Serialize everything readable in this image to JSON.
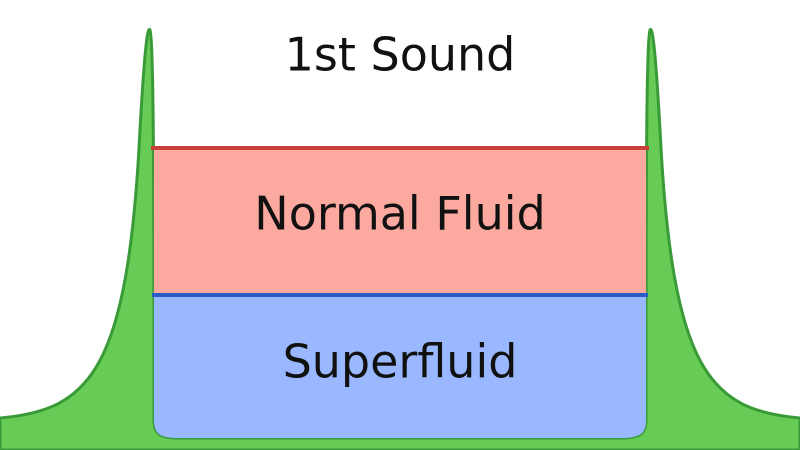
{
  "labels": {
    "top": "1st Sound",
    "middle": "Normal Fluid",
    "bottom": "Superfluid"
  },
  "colors": {
    "background": "#ffffff",
    "container_fill": "#66cc55",
    "container_stroke": "#3a9a38",
    "normal_fluid_fill": "#fca9a0",
    "normal_fluid_line": "#c8403a",
    "superfluid_fill": "#99b8ff",
    "superfluid_line": "#2a5bc8",
    "text": "#111111"
  }
}
